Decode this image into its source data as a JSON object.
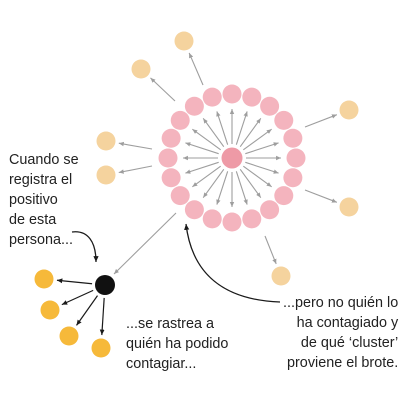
{
  "colors": {
    "background": "#ffffff",
    "ring_pink": "#f4b4be",
    "center_pink": "#ee9aa6",
    "contact_beige": "#f5d39e",
    "traced_yellow": "#f6b93a",
    "index_black": "#111111",
    "arrow_gray": "#9e9e9e",
    "arrow_dark": "#1a1a1a",
    "text": "#222222"
  },
  "captions": {
    "left": [
      "Cuando se",
      "registra el",
      "positivo",
      "de esta",
      "persona..."
    ],
    "bottom": [
      "...se rastrea a",
      "quién ha podido",
      "contagiar..."
    ],
    "right": [
      "...pero no quién lo",
      "ha contagiado y",
      "de qué ‘cluster’",
      "proviene el brote."
    ]
  },
  "nodes": {
    "cluster_center": "pink-dot",
    "cluster_ring": "pink-dot",
    "outer_contacts": "beige-dot",
    "index_case": "black-dot",
    "traced_contacts": "yellow-dot"
  }
}
